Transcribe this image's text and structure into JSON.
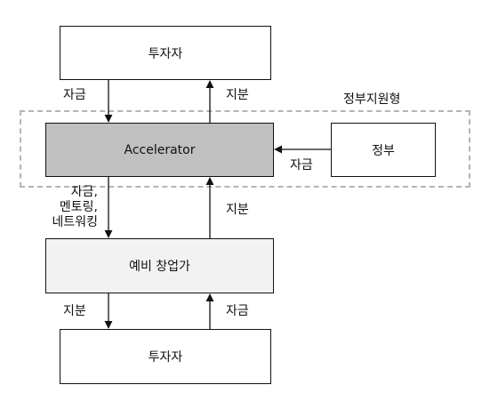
{
  "colors": {
    "accelerator_fill": "#c0c0c0",
    "startup_fill": "#f2f2f2",
    "box_fill": "#ffffff",
    "line": "#111111",
    "region_border": "#b5b5b5"
  },
  "region": {
    "label": "정부지원형"
  },
  "nodes": {
    "investor_top": "투자자",
    "accelerator": "Accelerator",
    "government": "정부",
    "startup": "예비 창업가",
    "investor_bottom": "투자자"
  },
  "edges": {
    "investor_top_to_accelerator": "자금",
    "accelerator_to_investor_top": "지분",
    "government_to_accelerator": "자금",
    "accelerator_to_startup": [
      "자금,",
      "멘토링,",
      "네트워킹"
    ],
    "startup_to_accelerator": "지분",
    "startup_to_investor_bottom": "지분",
    "investor_bottom_to_startup": "자금"
  }
}
